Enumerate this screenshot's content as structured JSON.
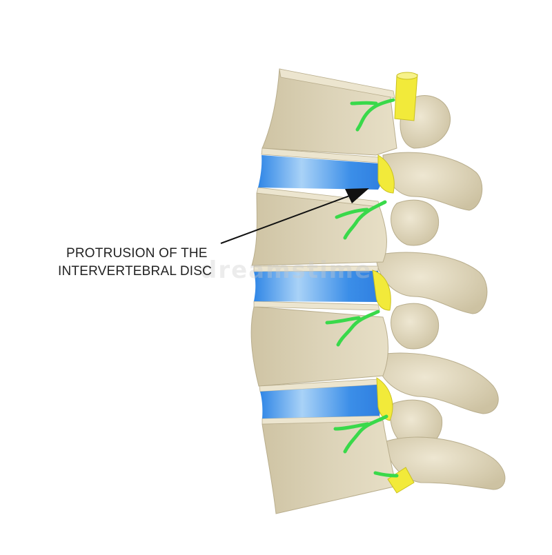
{
  "figure": {
    "annotation": {
      "line1": "PROTRUSION OF THE",
      "line2": "INTERVERTEBRAL DISC"
    },
    "watermark_text": "dreamstime",
    "colors": {
      "bone": "#d9d0b4",
      "bone_shade": "#c8bd9c",
      "bone_light": "#ece5cf",
      "disc_blue": "#3b8ee8",
      "disc_light": "#a9d2f7",
      "ligament_yellow": "#f2ea3a",
      "nerve_green": "#39d94a",
      "arrow": "#111111"
    },
    "icons": [
      "arrow-pointer"
    ]
  }
}
